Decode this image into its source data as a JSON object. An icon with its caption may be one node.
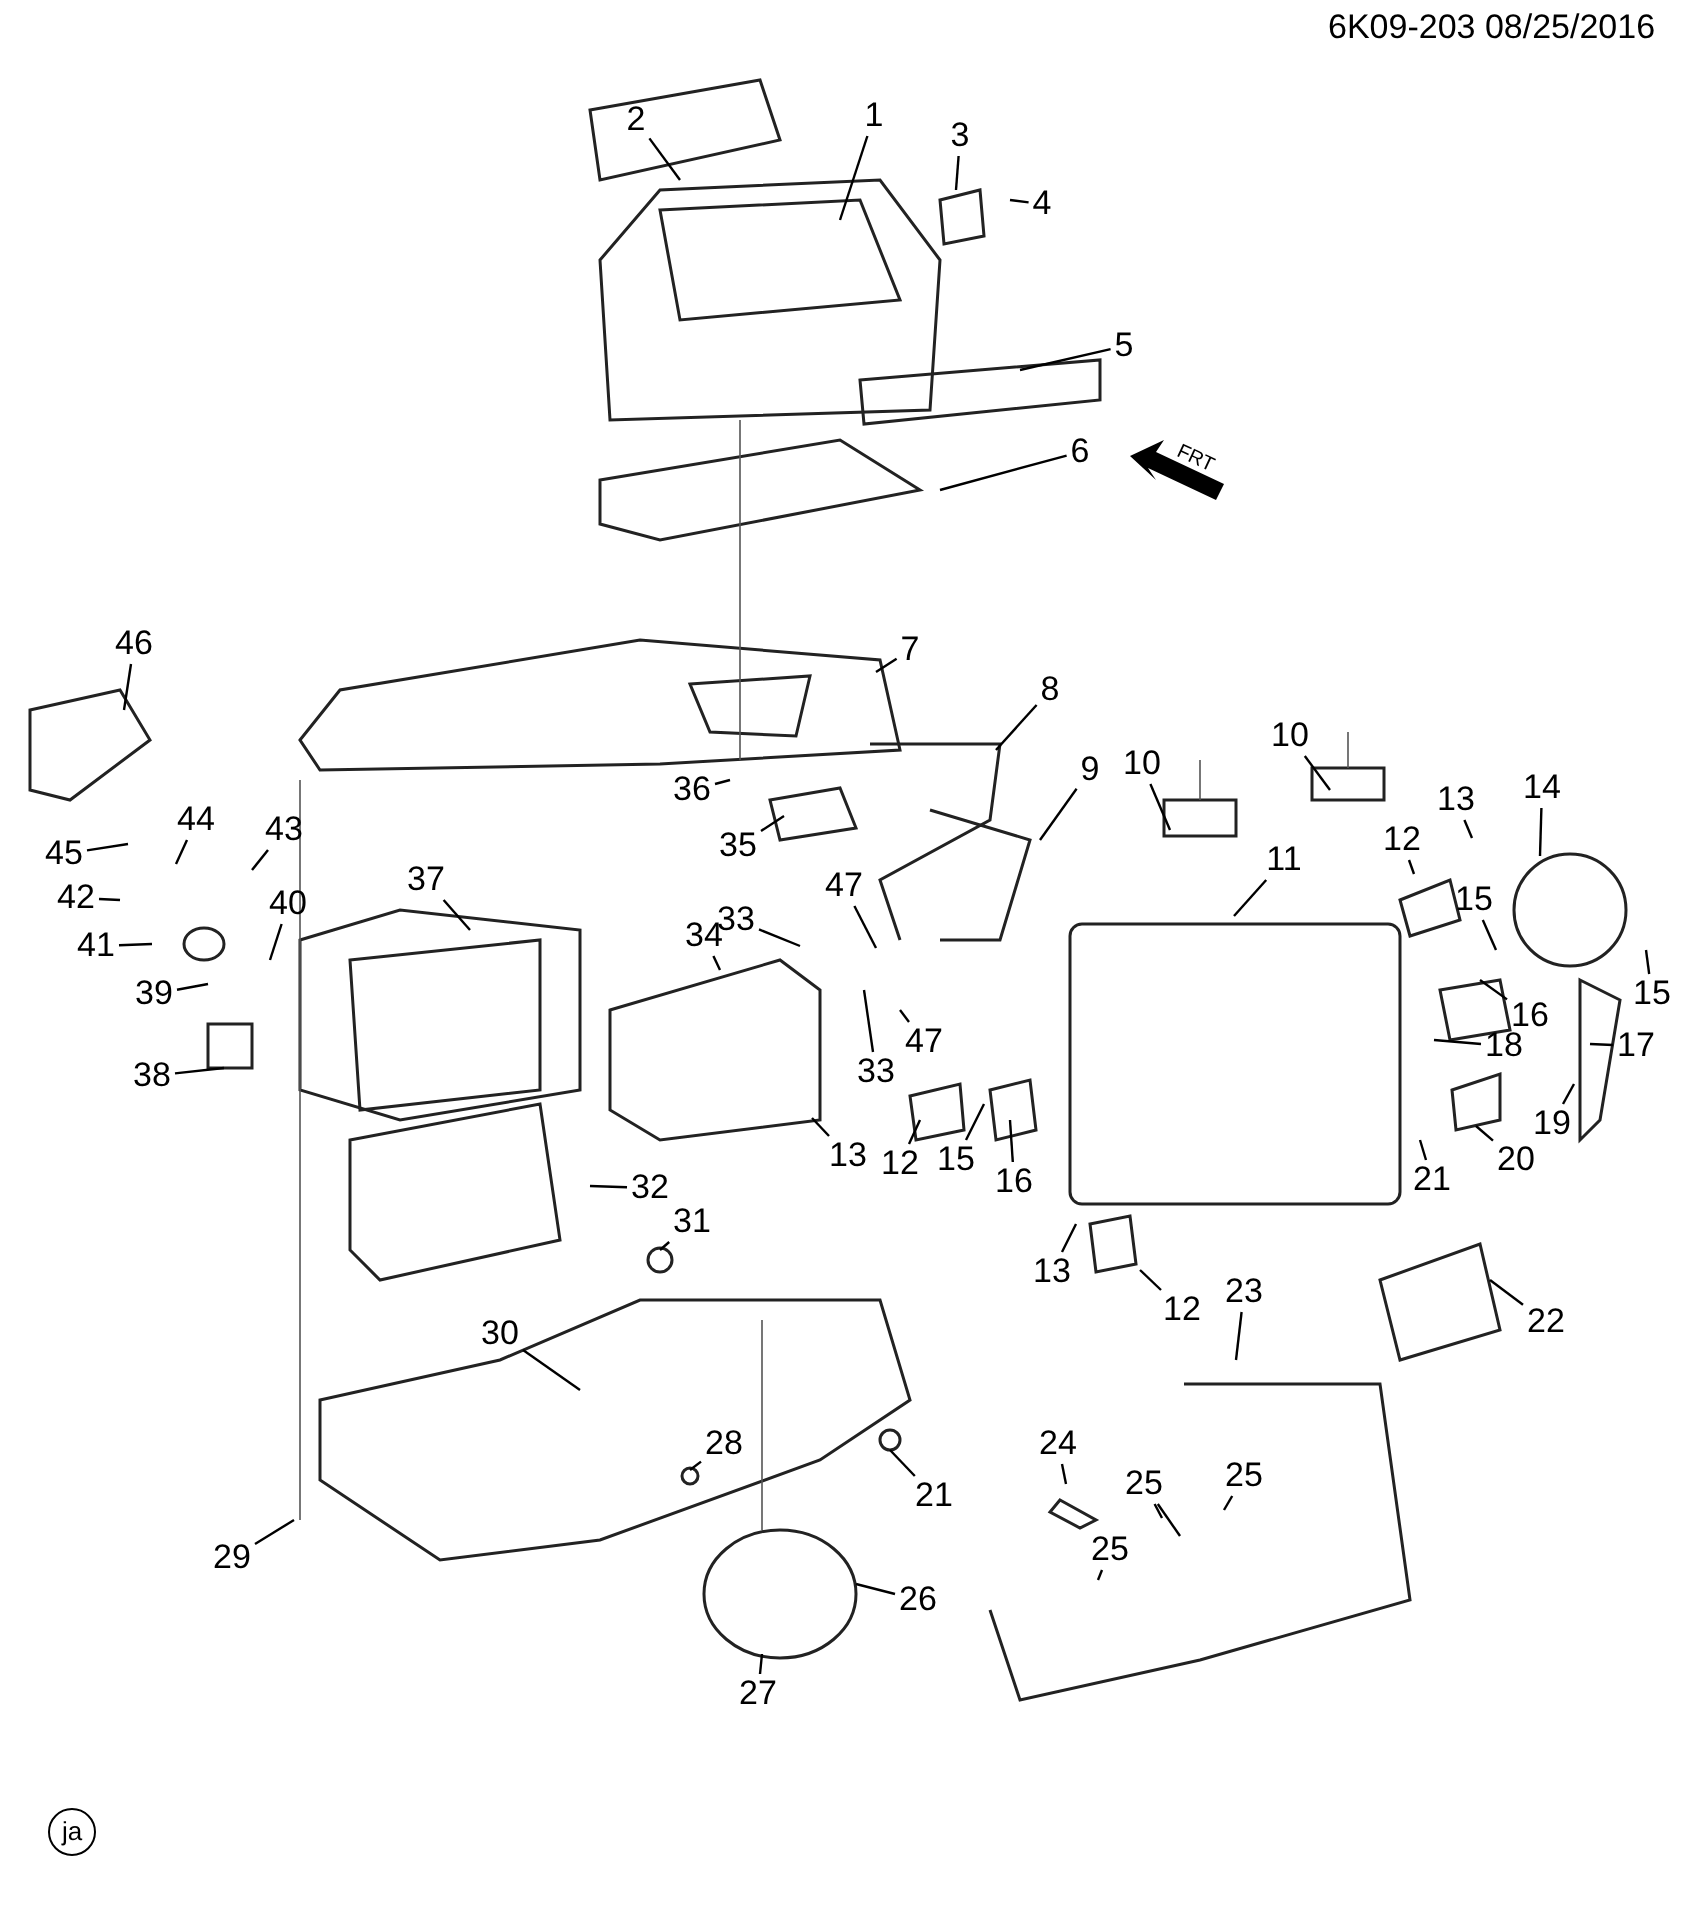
{
  "diagram": {
    "nodes": [
      {
        "text": [
          "1"
        ]
      },
      {
        "text": [
          "2"
        ]
      },
      {
        "text": [
          "3"
        ]
      },
      {
        "text": [
          "4"
        ]
      },
      {
        "text": [
          "5"
        ]
      },
      {
        "text": [
          "6"
        ]
      },
      {
        "text": [
          "7"
        ]
      },
      {
        "text": [
          "46"
        ]
      },
      {
        "text": [
          "8"
        ]
      },
      {
        "text": [
          "36"
        ]
      },
      {
        "text": [
          "9"
        ]
      },
      {
        "text": [
          "10"
        ]
      },
      {
        "text": [
          "10"
        ]
      },
      {
        "text": [
          "13"
        ]
      },
      {
        "text": [
          "12"
        ]
      },
      {
        "text": [
          "14"
        ]
      },
      {
        "text": [
          "35"
        ]
      },
      {
        "text": [
          "44"
        ]
      },
      {
        "text": [
          "43"
        ]
      },
      {
        "text": [
          "45"
        ]
      },
      {
        "text": [
          "11"
        ]
      },
      {
        "text": [
          "47"
        ]
      },
      {
        "text": [
          "37"
        ]
      },
      {
        "text": [
          "15"
        ]
      },
      {
        "text": [
          "42"
        ]
      },
      {
        "text": [
          "40"
        ]
      },
      {
        "text": [
          "33"
        ]
      },
      {
        "text": [
          "34"
        ]
      },
      {
        "text": [
          "41"
        ]
      },
      {
        "text": [
          "39"
        ]
      },
      {
        "text": [
          "15"
        ]
      },
      {
        "text": [
          "16"
        ]
      },
      {
        "text": [
          "47"
        ]
      },
      {
        "text": [
          "18"
        ]
      },
      {
        "text": [
          "17"
        ]
      },
      {
        "text": [
          "33"
        ]
      },
      {
        "text": [
          "38"
        ]
      },
      {
        "text": [
          "19"
        ]
      },
      {
        "text": [
          "13"
        ]
      },
      {
        "text": [
          "12"
        ]
      },
      {
        "text": [
          "15"
        ]
      },
      {
        "text": [
          "16"
        ]
      },
      {
        "text": [
          "20"
        ]
      },
      {
        "text": [
          "21"
        ]
      },
      {
        "text": [
          "32"
        ]
      },
      {
        "text": [
          "31"
        ]
      },
      {
        "text": [
          "13"
        ]
      },
      {
        "text": [
          "23"
        ]
      },
      {
        "text": [
          "12"
        ]
      },
      {
        "text": [
          "22"
        ]
      },
      {
        "text": [
          "30"
        ]
      },
      {
        "text": [
          "24"
        ]
      },
      {
        "text": [
          "28"
        ]
      },
      {
        "text": [
          "25"
        ]
      },
      {
        "text": [
          "25"
        ]
      },
      {
        "text": [
          "21"
        ]
      },
      {
        "text": [
          "25"
        ]
      },
      {
        "text": [
          "29"
        ]
      },
      {
        "text": [
          "26"
        ]
      },
      {
        "text": [
          "27"
        ]
      },
      {
        "text": [
          "ja"
        ]
      }
    ],
    "edges": [
      {
        "from": 0,
        "to": null,
        "arrow": "none"
      },
      {
        "from": 1,
        "to": null,
        "arrow": "none"
      },
      {
        "from": 2,
        "to": null,
        "arrow": "none"
      },
      {
        "from": 3,
        "to": null,
        "arrow": "none"
      },
      {
        "from": 4,
        "to": null,
        "arrow": "none"
      },
      {
        "from": 5,
        "to": null,
        "arrow": "none"
      },
      {
        "from": 6,
        "to": null,
        "arrow": "none"
      },
      {
        "from": 7,
        "to": null,
        "arrow": "none"
      },
      {
        "from": 8,
        "to": null,
        "arrow": "none"
      },
      {
        "from": 9,
        "to": null,
        "arrow": "none"
      },
      {
        "from": 10,
        "to": null,
        "arrow": "none"
      },
      {
        "from": 11,
        "to": null,
        "arrow": "none"
      },
      {
        "from": 12,
        "to": null,
        "arrow": "none"
      },
      {
        "from": 13,
        "to": null,
        "arrow": "none"
      },
      {
        "from": 14,
        "to": null,
        "arrow": "none"
      },
      {
        "from": 15,
        "to": null,
        "arrow": "none"
      },
      {
        "from": 16,
        "to": null,
        "arrow": "none"
      },
      {
        "from": 17,
        "to": null,
        "arrow": "none"
      },
      {
        "from": 18,
        "to": null,
        "arrow": "none"
      },
      {
        "from": 19,
        "to": null,
        "arrow": "none"
      },
      {
        "from": 20,
        "to": null,
        "arrow": "none"
      },
      {
        "from": 21,
        "to": null,
        "arrow": "none"
      },
      {
        "from": 22,
        "to": null,
        "arrow": "none"
      },
      {
        "from": 23,
        "to": null,
        "arrow": "none"
      },
      {
        "from": 24,
        "to": null,
        "arrow": "none"
      },
      {
        "from": 25,
        "to": null,
        "arrow": "none"
      },
      {
        "from": 26,
        "to": null,
        "arrow": "none"
      },
      {
        "from": 27,
        "to": null,
        "arrow": "none"
      },
      {
        "from": 28,
        "to": null,
        "arrow": "none"
      },
      {
        "from": 29,
        "to": null,
        "arrow": "none"
      },
      {
        "from": 30,
        "to": null,
        "arrow": "none"
      },
      {
        "from": 31,
        "to": null,
        "arrow": "none"
      },
      {
        "from": 32,
        "to": null,
        "arrow": "none"
      },
      {
        "from": 33,
        "to": null,
        "arrow": "none"
      },
      {
        "from": 34,
        "to": null,
        "arrow": "none"
      },
      {
        "from": 35,
        "to": null,
        "arrow": "none"
      },
      {
        "from": 36,
        "to": null,
        "arrow": "none"
      },
      {
        "from": 37,
        "to": null,
        "arrow": "none"
      },
      {
        "from": 38,
        "to": null,
        "arrow": "none"
      },
      {
        "from": 39,
        "to": null,
        "arrow": "none"
      },
      {
        "from": 40,
        "to": null,
        "arrow": "none"
      },
      {
        "from": 41,
        "to": null,
        "arrow": "none"
      },
      {
        "from": 42,
        "to": null,
        "arrow": "none"
      },
      {
        "from": 43,
        "to": null,
        "arrow": "none"
      },
      {
        "from": 44,
        "to": null,
        "arrow": "none"
      },
      {
        "from": 45,
        "to": null,
        "arrow": "none"
      },
      {
        "from": 46,
        "to": null,
        "arrow": "none"
      },
      {
        "from": 47,
        "to": null,
        "arrow": "none"
      },
      {
        "from": 48,
        "to": null,
        "arrow": "none"
      },
      {
        "from": 49,
        "to": null,
        "arrow": "none"
      },
      {
        "from": 50,
        "to": null,
        "arrow": "none"
      },
      {
        "from": 51,
        "to": null,
        "arrow": "none"
      },
      {
        "from": 52,
        "to": null,
        "arrow": "none"
      },
      {
        "from": 53,
        "to": null,
        "arrow": "none"
      },
      {
        "from": 53,
        "to": null,
        "arrow": "none"
      },
      {
        "from": 54,
        "to": null,
        "arrow": "none"
      },
      {
        "from": 55,
        "to": null,
        "arrow": "none"
      },
      {
        "from": 56,
        "to": null,
        "arrow": "none"
      },
      {
        "from": 57,
        "to": null,
        "arrow": "none"
      },
      {
        "from": 58,
        "to": null,
        "arrow": "none"
      },
      {
        "from": 59,
        "to": null,
        "arrow": "none"
      }
    ],
    "labels": [
      "6K09-203 08/25/2016",
      "FRT"
    ]
  }
}
